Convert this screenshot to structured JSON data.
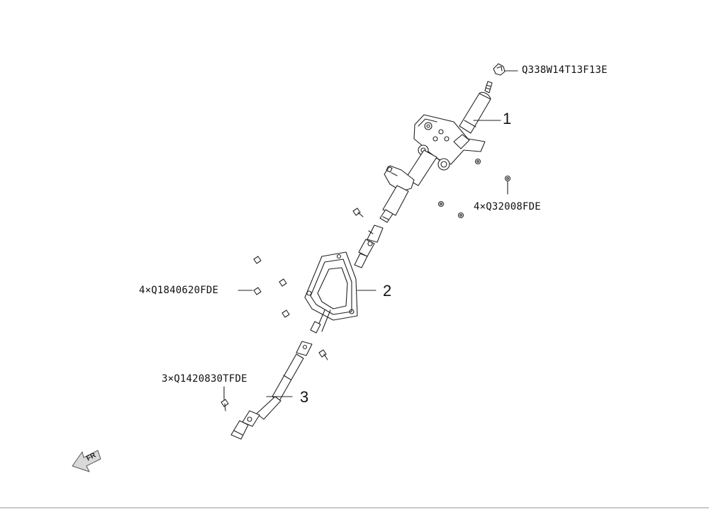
{
  "parts": {
    "top_part_number": "Q338W14T13F13E",
    "item_1": "1",
    "nut_callout": "4×Q32008FDE",
    "bolt_callout_left": "4×Q1840620FDE",
    "item_2": "2",
    "bolt_callout_lower": "3×Q1420830TFDE",
    "item_3": "3"
  },
  "direction_marker": {
    "text": "FR",
    "icon": "front-direction-arrow-icon"
  }
}
